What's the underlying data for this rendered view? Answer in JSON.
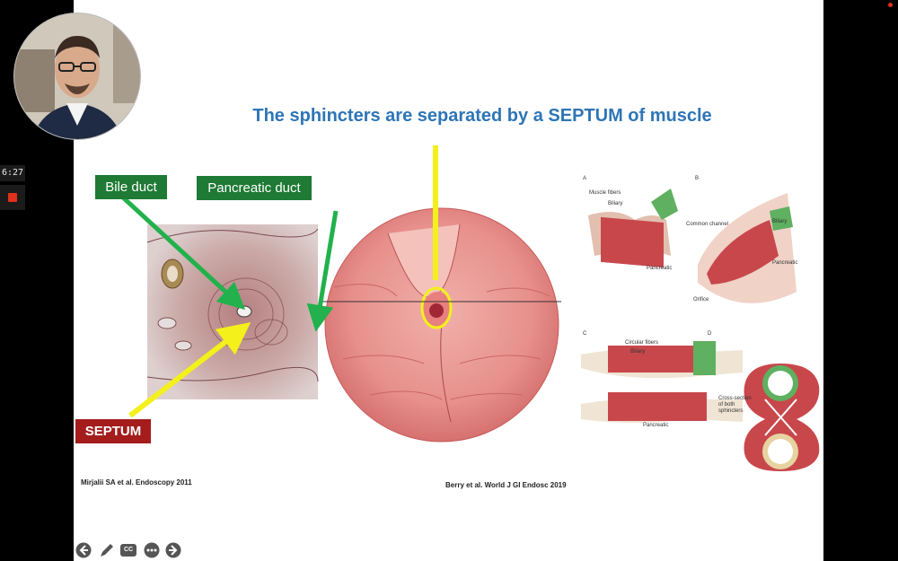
{
  "recorder": {
    "timer": "6:27",
    "rec_color": "#e0301e"
  },
  "slide": {
    "title": "The sphincters are separated by a SEPTUM of muscle",
    "title_color": "#2e75b6",
    "labels": {
      "bile_duct": "Bile duct",
      "pancreatic_duct": "Pancreatic duct",
      "septum": "SEPTUM"
    },
    "label_colors": {
      "green": "#1e7a34",
      "red": "#a41c1c",
      "arrow_green": "#22b14c",
      "arrow_yellow": "#f3f01c"
    },
    "citations": {
      "left": "Mirjalii SA et al. Endoscopy 2011",
      "right": "Berry et al. World J GI Endosc 2019"
    },
    "figure": {
      "panels": [
        "A",
        "B",
        "C",
        "D"
      ],
      "a": {
        "muscle_fibers": "Muscle fibers",
        "biliary": "Biliary",
        "pancreatic": "Pancreatic"
      },
      "b": {
        "common_channel": "Common channel",
        "biliary": "Biliary",
        "pancreatic": "Pancreatic",
        "orifice": "Orifice"
      },
      "c": {
        "circular_fibers": "Circular fibers",
        "biliary": "Biliary",
        "pancreatic": "Pancreatic"
      },
      "d": {
        "cross_section": "Cross-section of both sphincters"
      }
    }
  },
  "controls": {
    "icons": [
      "arrow-left-icon",
      "pencil-icon",
      "closed-captions-icon",
      "more-icon",
      "arrow-right-icon"
    ],
    "cc_label": "CC"
  }
}
